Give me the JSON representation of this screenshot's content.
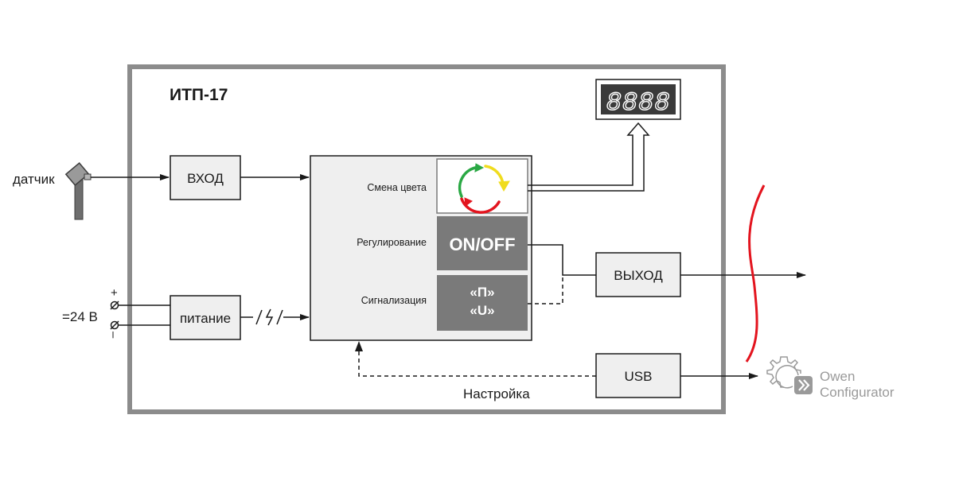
{
  "device": {
    "title": "ИТП-17"
  },
  "sensor": {
    "label": "датчик"
  },
  "power": {
    "voltage_label": "=24 В",
    "plus": "+",
    "minus": "–"
  },
  "blocks": {
    "input": "ВХОД",
    "power_supply": "питание",
    "output": "ВЫХОД",
    "usb": "USB"
  },
  "display": {
    "digits": "8888"
  },
  "functions": {
    "color_change": "Смена цвета",
    "regulation": "Регулирование",
    "on_off": "ON/OFF",
    "alarm": "Сигнализация",
    "alarm_p": "«П»",
    "alarm_u": "«U»"
  },
  "setup": {
    "label": "Настройка"
  },
  "software": {
    "name_line1": "Owen",
    "name_line2": "Configurator"
  },
  "colors": {
    "frame": "#8c8c8c",
    "block_fill": "#efefef",
    "dark_panel": "#7a7a7a",
    "accent_red": "#e3141e",
    "arrow_green": "#2aa844",
    "arrow_yellow": "#f0dc1e",
    "logo_gray": "#9a9a9a"
  }
}
